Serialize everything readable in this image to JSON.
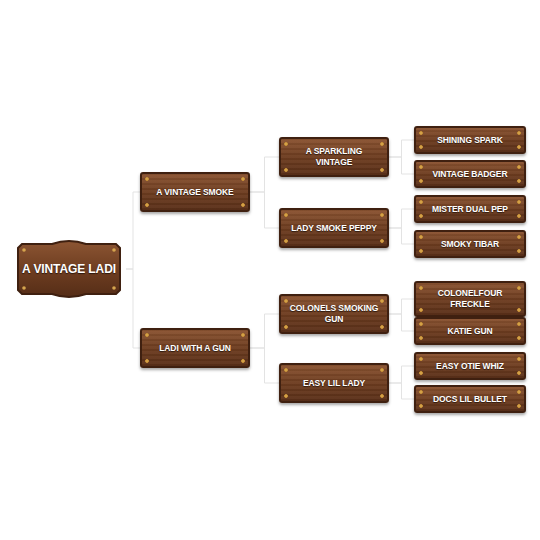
{
  "diagram": {
    "nodes": [
      {
        "text": [
          "A VINTAGE LADI"
        ]
      },
      {
        "text": [
          "A VINTAGE SMOKE"
        ]
      },
      {
        "text": [
          "LADI WITH A GUN"
        ]
      },
      {
        "text": [
          "A SPARKLING VINTAGE"
        ]
      },
      {
        "text": [
          "LADY SMOKE PEPPY"
        ]
      },
      {
        "text": [
          "COLONELS SMOKING GUN"
        ]
      },
      {
        "text": [
          "EASY LIL LADY"
        ]
      },
      {
        "text": [
          "SHINING SPARK"
        ]
      },
      {
        "text": [
          "VINTAGE BADGER"
        ]
      },
      {
        "text": [
          "MISTER DUAL PEP"
        ]
      },
      {
        "text": [
          "SMOKY TIBAR"
        ]
      },
      {
        "text": [
          "COLONELFOUR FRECKLE"
        ]
      },
      {
        "text": [
          "KATIE GUN"
        ]
      },
      {
        "text": [
          "EASY OTIE WHIZ"
        ]
      },
      {
        "text": [
          "DOCS LIL BULLET"
        ]
      }
    ],
    "edges": [
      {
        "from": 0,
        "to": 1,
        "arrow": "none"
      },
      {
        "from": 0,
        "to": 2,
        "arrow": "none"
      },
      {
        "from": 1,
        "to": 3,
        "arrow": "none"
      },
      {
        "from": 1,
        "to": 4,
        "arrow": "none"
      },
      {
        "from": 2,
        "to": 5,
        "arrow": "none"
      },
      {
        "from": 2,
        "to": 6,
        "arrow": "none"
      },
      {
        "from": 3,
        "to": 7,
        "arrow": "none"
      },
      {
        "from": 3,
        "to": 8,
        "arrow": "none"
      },
      {
        "from": 4,
        "to": 9,
        "arrow": "none"
      },
      {
        "from": 4,
        "to": 10,
        "arrow": "none"
      },
      {
        "from": 5,
        "to": 11,
        "arrow": "none"
      },
      {
        "from": 5,
        "to": 12,
        "arrow": "none"
      },
      {
        "from": 6,
        "to": 13,
        "arrow": "none"
      },
      {
        "from": 6,
        "to": 14,
        "arrow": "none"
      }
    ]
  }
}
